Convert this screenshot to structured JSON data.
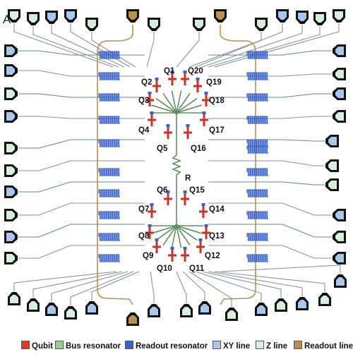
{
  "panel_letter": "A",
  "qubits": [
    "Q1",
    "Q2",
    "Q3",
    "Q4",
    "Q5",
    "Q6",
    "Q7",
    "Q8",
    "Q9",
    "Q10",
    "Q11",
    "Q12",
    "Q13",
    "Q14",
    "Q15",
    "Q16",
    "Q17",
    "Q18",
    "Q19",
    "Q20"
  ],
  "resonator_label": "R",
  "legend": [
    {
      "label": "Qubit",
      "color": "#e03a2a"
    },
    {
      "label": "Bus resonator",
      "color": "#8fd48a"
    },
    {
      "label": "Readout resonator",
      "color": "#3a63c9"
    },
    {
      "label": "XY line",
      "color": "#a9c6ec"
    },
    {
      "label": "Z line",
      "color": "#d6eedb"
    },
    {
      "label": "Readout line",
      "color": "#b8914f"
    }
  ],
  "colors": {
    "qubit": "#c8332a",
    "bus": "#5e8f5e",
    "readout_resonator": "#3a63c9",
    "xy_line": "#a9c6ec",
    "z_line": "#d6eedb",
    "readout_line": "#b8914f",
    "pad_border": "#1a1a1a",
    "trace": "#8a8f96"
  }
}
